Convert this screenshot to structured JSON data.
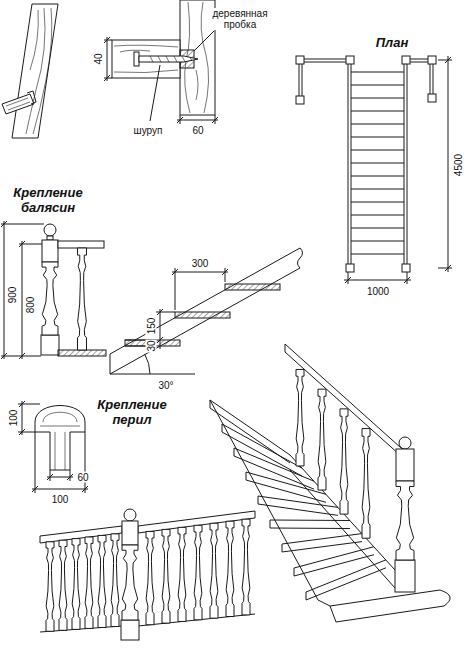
{
  "diagram": {
    "labels": [
      "деревянная пробка",
      "40",
      "шуруп",
      "60",
      "План",
      "4500",
      "1000",
      "Крепление балясин",
      "900",
      "800",
      "300",
      "30",
      "150",
      "30°",
      "Крепление перил",
      "100",
      "60",
      "100"
    ]
  }
}
